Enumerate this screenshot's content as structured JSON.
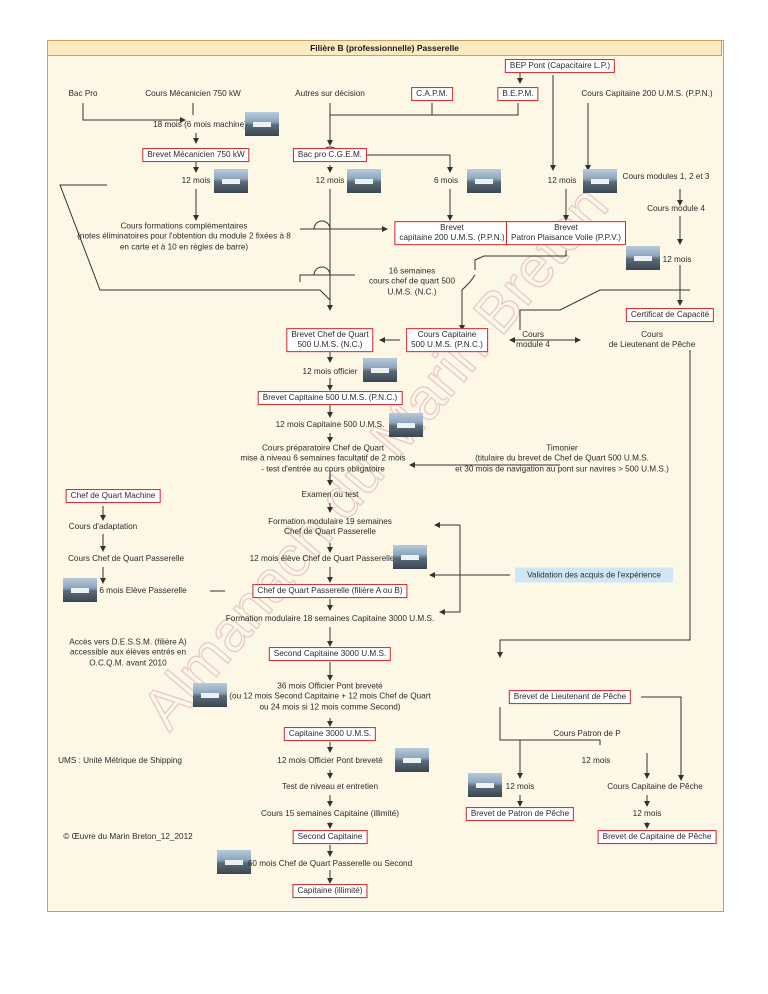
{
  "title": "Filière B (professionnelle) Passerelle",
  "watermark": "Almanach du Marin Breton",
  "colors": {
    "border": "#d2232a",
    "title_bg": "#fbe9bf",
    "panel_bg": "#fdf7e6",
    "highlight": "#cfe6f5"
  },
  "nodes": {
    "bep_pont": "BEP Pont (Capacitaire L.P.)",
    "bac_pro": "Bac Pro",
    "cours_meca": "Cours Mécanicien 750 kW",
    "autres": "Autres sur décision",
    "capm": "C.A.P.M.",
    "bepm": "B.E.P.M.",
    "cours_cap200": "Cours Capitaine 200 U.M.S. (P.P.N.)",
    "m18": "18 mois (6 mois machine)",
    "brevet_meca": "Brevet Mécanicien 750 kW",
    "bac_cgem": "Bac pro C.G.E.M.",
    "m12_a": "12 mois",
    "m12_b": "12 mois",
    "m6": "6 mois",
    "m12_c": "12 mois",
    "modules123": "Cours modules 1, 2 et 3",
    "module4_top": "Cours module 4",
    "formations_comp_1": "Cours formations complémentaires",
    "formations_comp_2": "(notes éliminatoires pour l'obtention du module 2 fixées à 8",
    "formations_comp_3": "en carte et à 10 en règles de barre)",
    "brevet_cap200_1": "Brevet",
    "brevet_cap200_2": "capitaine  200 U.M.S. (P.P.N.)",
    "brevet_ppv_1": "Brevet",
    "brevet_ppv_2": "Patron Plaisance Voile (P.P.V.)",
    "m12_d": "12 mois",
    "sem16_1": "16 semaines",
    "sem16_2": "cours chef de quart 500",
    "sem16_3": "U.M.S. (N.C.)",
    "certificat": "Certificat de Capacité",
    "brevet_cq500_1": "Brevet Chef de Quart",
    "brevet_cq500_2": "500 U.M.S. (N.C.)",
    "cours_cap500_1": "Cours Capitaine",
    "cours_cap500_2": "500 U.M.S. (P.N.C.)",
    "cours_mod4_1": "Cours",
    "cours_mod4_2": "module 4",
    "cours_ltpeche_1": "Cours",
    "cours_ltpeche_2": "de Lieutenant de Pêche",
    "officier12": "12 mois officier",
    "brevet_cap500": "Brevet Capitaine 500 U.M.S. (P.N.C.)",
    "m12_cap500": "12 mois Capitaine 500 U.M.S.",
    "prep_1": "Cours préparatoire Chef de Quart",
    "prep_2": "mise à niveau 6 semaines facultatif de 2 mois",
    "prep_3": "- test d'entrée au cours obligatoire",
    "timonier_1": "Timonier",
    "timonier_2": "(titulaire du brevet de Chef de Quart 500 U.M.S.",
    "timonier_3": "et 30 mois de navigation au pont sur navires > 500 U.M.S.)",
    "cq_machine": "Chef de Quart Machine",
    "examen": "Examen ou test",
    "adaptation": "Cours d'adaptation",
    "form19_1": "Formation modulaire 19 semaines",
    "form19_2": "Chef de Quart Passerelle",
    "cours_cqp": "Cours Chef de Quart Passerelle",
    "eleve12": "12 mois élève Chef de Quart Passerelle",
    "vae": "Validation des acquis de l'expérience",
    "eleve6": "6 mois Elève Passerelle",
    "cqp_ab": "Chef de Quart Passerelle (filière A ou B)",
    "form18": "Formation modulaire 18 semaines Capitaine 3000 U.M.S.",
    "dessm_1": "Accès vers D.E.S.S.M. (filière A)",
    "dessm_2": "accessible aux élèves entrés en",
    "dessm_3": "O.C.Q.M. avant 2010",
    "second3000": "Second Capitaine 3000 U.M.S.",
    "m36_1": "36 mois Officier Pont breveté",
    "m36_2": "(ou 12 mois Second Capitaine + 12 mois Chef de Quart",
    "m36_3": "ou 24 mois si 12 mois comme Second)",
    "brevet_ltpeche": "Brevet de Lieutenant de Pêche",
    "cap3000": "Capitaine 3000 U.M.S.",
    "cours_patron": "Cours Patron de P",
    "ums": "UMS : Unité Métrique de Shipping",
    "officier_pont12": "12 mois Officier Pont breveté",
    "m12_e": "12 mois",
    "test_niveau": "Test de niveau et entretien",
    "m12_f": "12 mois",
    "cours_cap_peche": "Cours Capitaine de Pêche",
    "cours15": "Cours 15 semaines Capitaine (illimité)",
    "brevet_patron_peche": "Brevet de Patron de Pêche",
    "m12_g": "12 mois",
    "copyright": "© Œuvre du Marin Breton_12_2012",
    "second_cap": "Second Capitaine",
    "brevet_cap_peche": "Brevet de Capitaine de Pêche",
    "m60": "60 mois Chef de Quart Passerelle ou Second",
    "cap_illimite": "Capitaine (illimité)"
  }
}
